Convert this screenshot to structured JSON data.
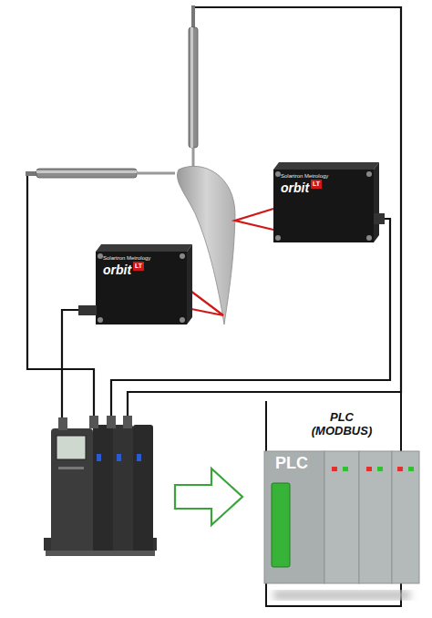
{
  "diagram": {
    "nodes": [
      {
        "text": [
          "Solartron Metrology",
          "orbit",
          "LT"
        ]
      },
      {
        "text": [
          "Solartron Metrology",
          "orbit",
          "LT"
        ]
      },
      {
        "text": [
          "PLC (MODBUS)",
          "PLC"
        ]
      }
    ]
  }
}
